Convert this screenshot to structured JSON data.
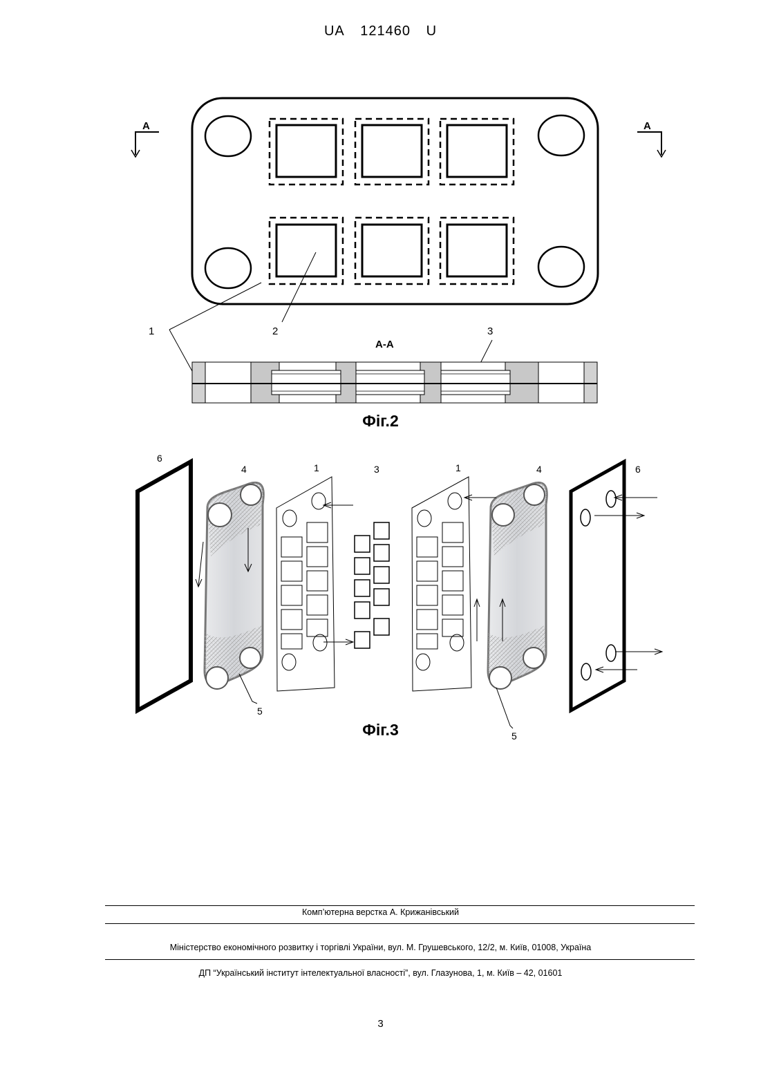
{
  "header": {
    "country": "UA",
    "number": "121460",
    "kind": "U"
  },
  "fig2": {
    "section_mark": "A",
    "section_title": "А-А",
    "labels": [
      "1",
      "2",
      "3"
    ],
    "caption": "Фіг.2"
  },
  "fig3": {
    "labels": {
      "l6a": "6",
      "l4a": "4",
      "l1a": "1",
      "l3": "3",
      "l1b": "1",
      "l4b": "4",
      "l6b": "6",
      "l5a": "5",
      "l5b": "5"
    },
    "caption": "Фіг.3"
  },
  "footer": {
    "layout": "Комп’ютерна верстка А. Крижанівський",
    "ministry": "Міністерство економічного розвитку і торгівлі України, вул. М. Грушевського, 12/2, м. Київ, 01008, Україна",
    "institute": "ДП “Український інститут інтелектуальної власності”, вул. Глазунова, 1, м. Київ – 42, 01601"
  },
  "page_number": "3"
}
